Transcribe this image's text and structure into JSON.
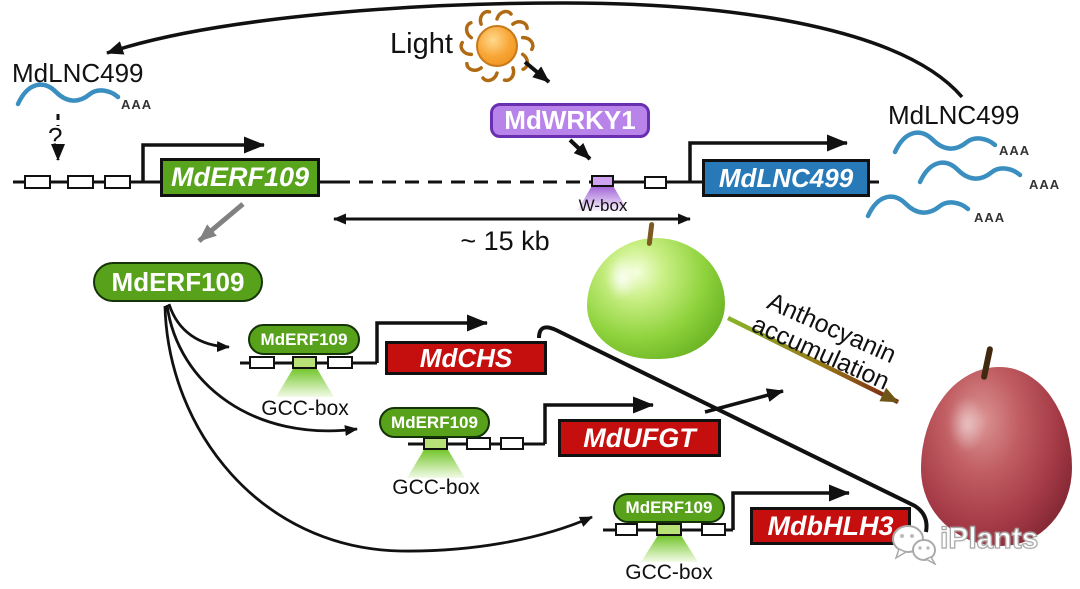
{
  "palette": {
    "green_box": "#58a41c",
    "light_green_cis": "#b8e178",
    "red_box": "#c50f0f",
    "blue_box": "#2779b8",
    "purple_box": "#b984ea",
    "purple_cis": "#cfa3ef",
    "wave_blue": "#3a8fc0",
    "sun_orange": "#f5a02c",
    "arrow_gray": "#818181",
    "gradient_start_green": "#8ab32a",
    "gradient_end_red": "#7a2012"
  },
  "upper": {
    "lnc_rna_left": {
      "label": "MdLNC499",
      "poly_a": "AAA",
      "question": "?"
    },
    "light": {
      "label": "Light"
    },
    "wrky": {
      "label": "MdWRKY1"
    },
    "wbox": {
      "label": "W-box"
    },
    "erf_gene": {
      "label": "MdERF109"
    },
    "lnc_gene": {
      "label": "MdLNC499"
    },
    "lnc_rna_right": {
      "label": "MdLNC499",
      "poly_a": "AAA"
    },
    "distance": {
      "label": "~ 15 kb"
    }
  },
  "erf_protein": {
    "label": "MdERF109"
  },
  "targets": [
    {
      "tf_label": "MdERF109",
      "element_label": "GCC-box",
      "gene_label": "MdCHS"
    },
    {
      "tf_label": "MdERF109",
      "element_label": "GCC-box",
      "gene_label": "MdUFGT"
    },
    {
      "tf_label": "MdERF109",
      "element_label": "GCC-box",
      "gene_label": "MdbHLH3"
    }
  ],
  "outcome": {
    "line1": "Anthocyanin",
    "line2": "accumulation"
  },
  "watermark": {
    "label": "iPlants"
  }
}
